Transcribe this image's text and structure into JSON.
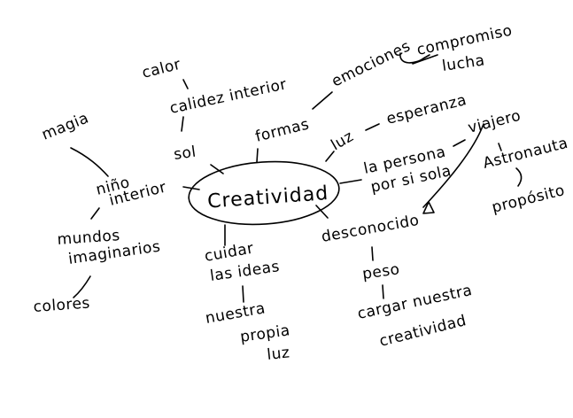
{
  "central": "Creatividad",
  "nodes": {
    "calor": "calor",
    "calidez_interior": "calidez interior",
    "sol": "sol",
    "formas": "formas",
    "emociones": "emociones",
    "compromiso": "compromiso",
    "lucha": "lucha",
    "luz": "luz",
    "esperanza": "esperanza",
    "la_persona_1": "la persona",
    "la_persona_2": "por si sola",
    "viajero": "viajero",
    "astronauta": "Astronauta",
    "proposito": "propósito",
    "magia": "magia",
    "nino_1": "niño",
    "nino_2": "interior",
    "mundos_1": "mundos",
    "mundos_2": "imaginarios",
    "colores": "colores",
    "cuidar_1": "cuidar",
    "cuidar_2": "las ideas",
    "nuestra_1": "nuestra",
    "nuestra_2": "propia",
    "nuestra_3": "luz",
    "desconocido": "desconocido",
    "peso": "peso",
    "cargar_1": "cargar nuestra",
    "cargar_2": "creatividad"
  }
}
